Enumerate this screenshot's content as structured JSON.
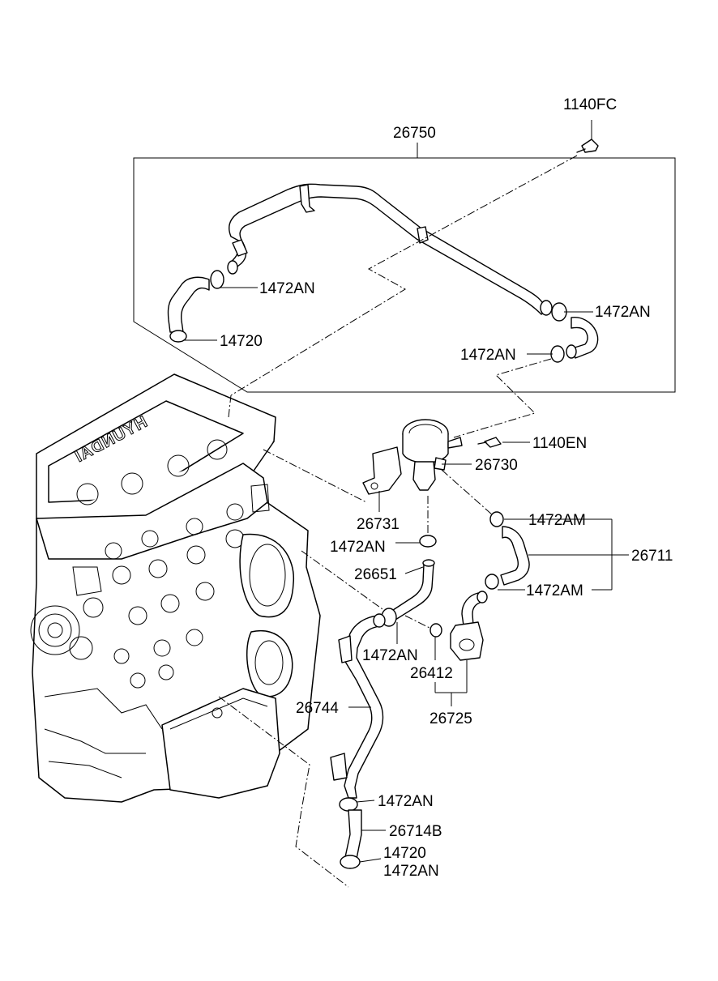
{
  "diagram": {
    "brand_text": "HYUNDAI",
    "labels": {
      "p1140FC": "1140FC",
      "p26750": "26750",
      "p1472AN_top_left": "1472AN",
      "p14720_top": "14720",
      "p1472AN_top_right": "1472AN",
      "p1472AN_top_right2": "1472AN",
      "p1140EN": "1140EN",
      "p26730": "26730",
      "p26731": "26731",
      "p1472AN_mid": "1472AN",
      "p26651": "26651",
      "p1472AM_upper": "1472AM",
      "p26711": "26711",
      "p1472AM_lower": "1472AM",
      "p1472AN_lower_mid": "1472AN",
      "p26412": "26412",
      "p26744": "26744",
      "p26725": "26725",
      "p1472AN_bottom": "1472AN",
      "p26714B": "26714B",
      "p14720_bottom": "14720",
      "p1472AN_bottom2": "1472AN"
    }
  }
}
